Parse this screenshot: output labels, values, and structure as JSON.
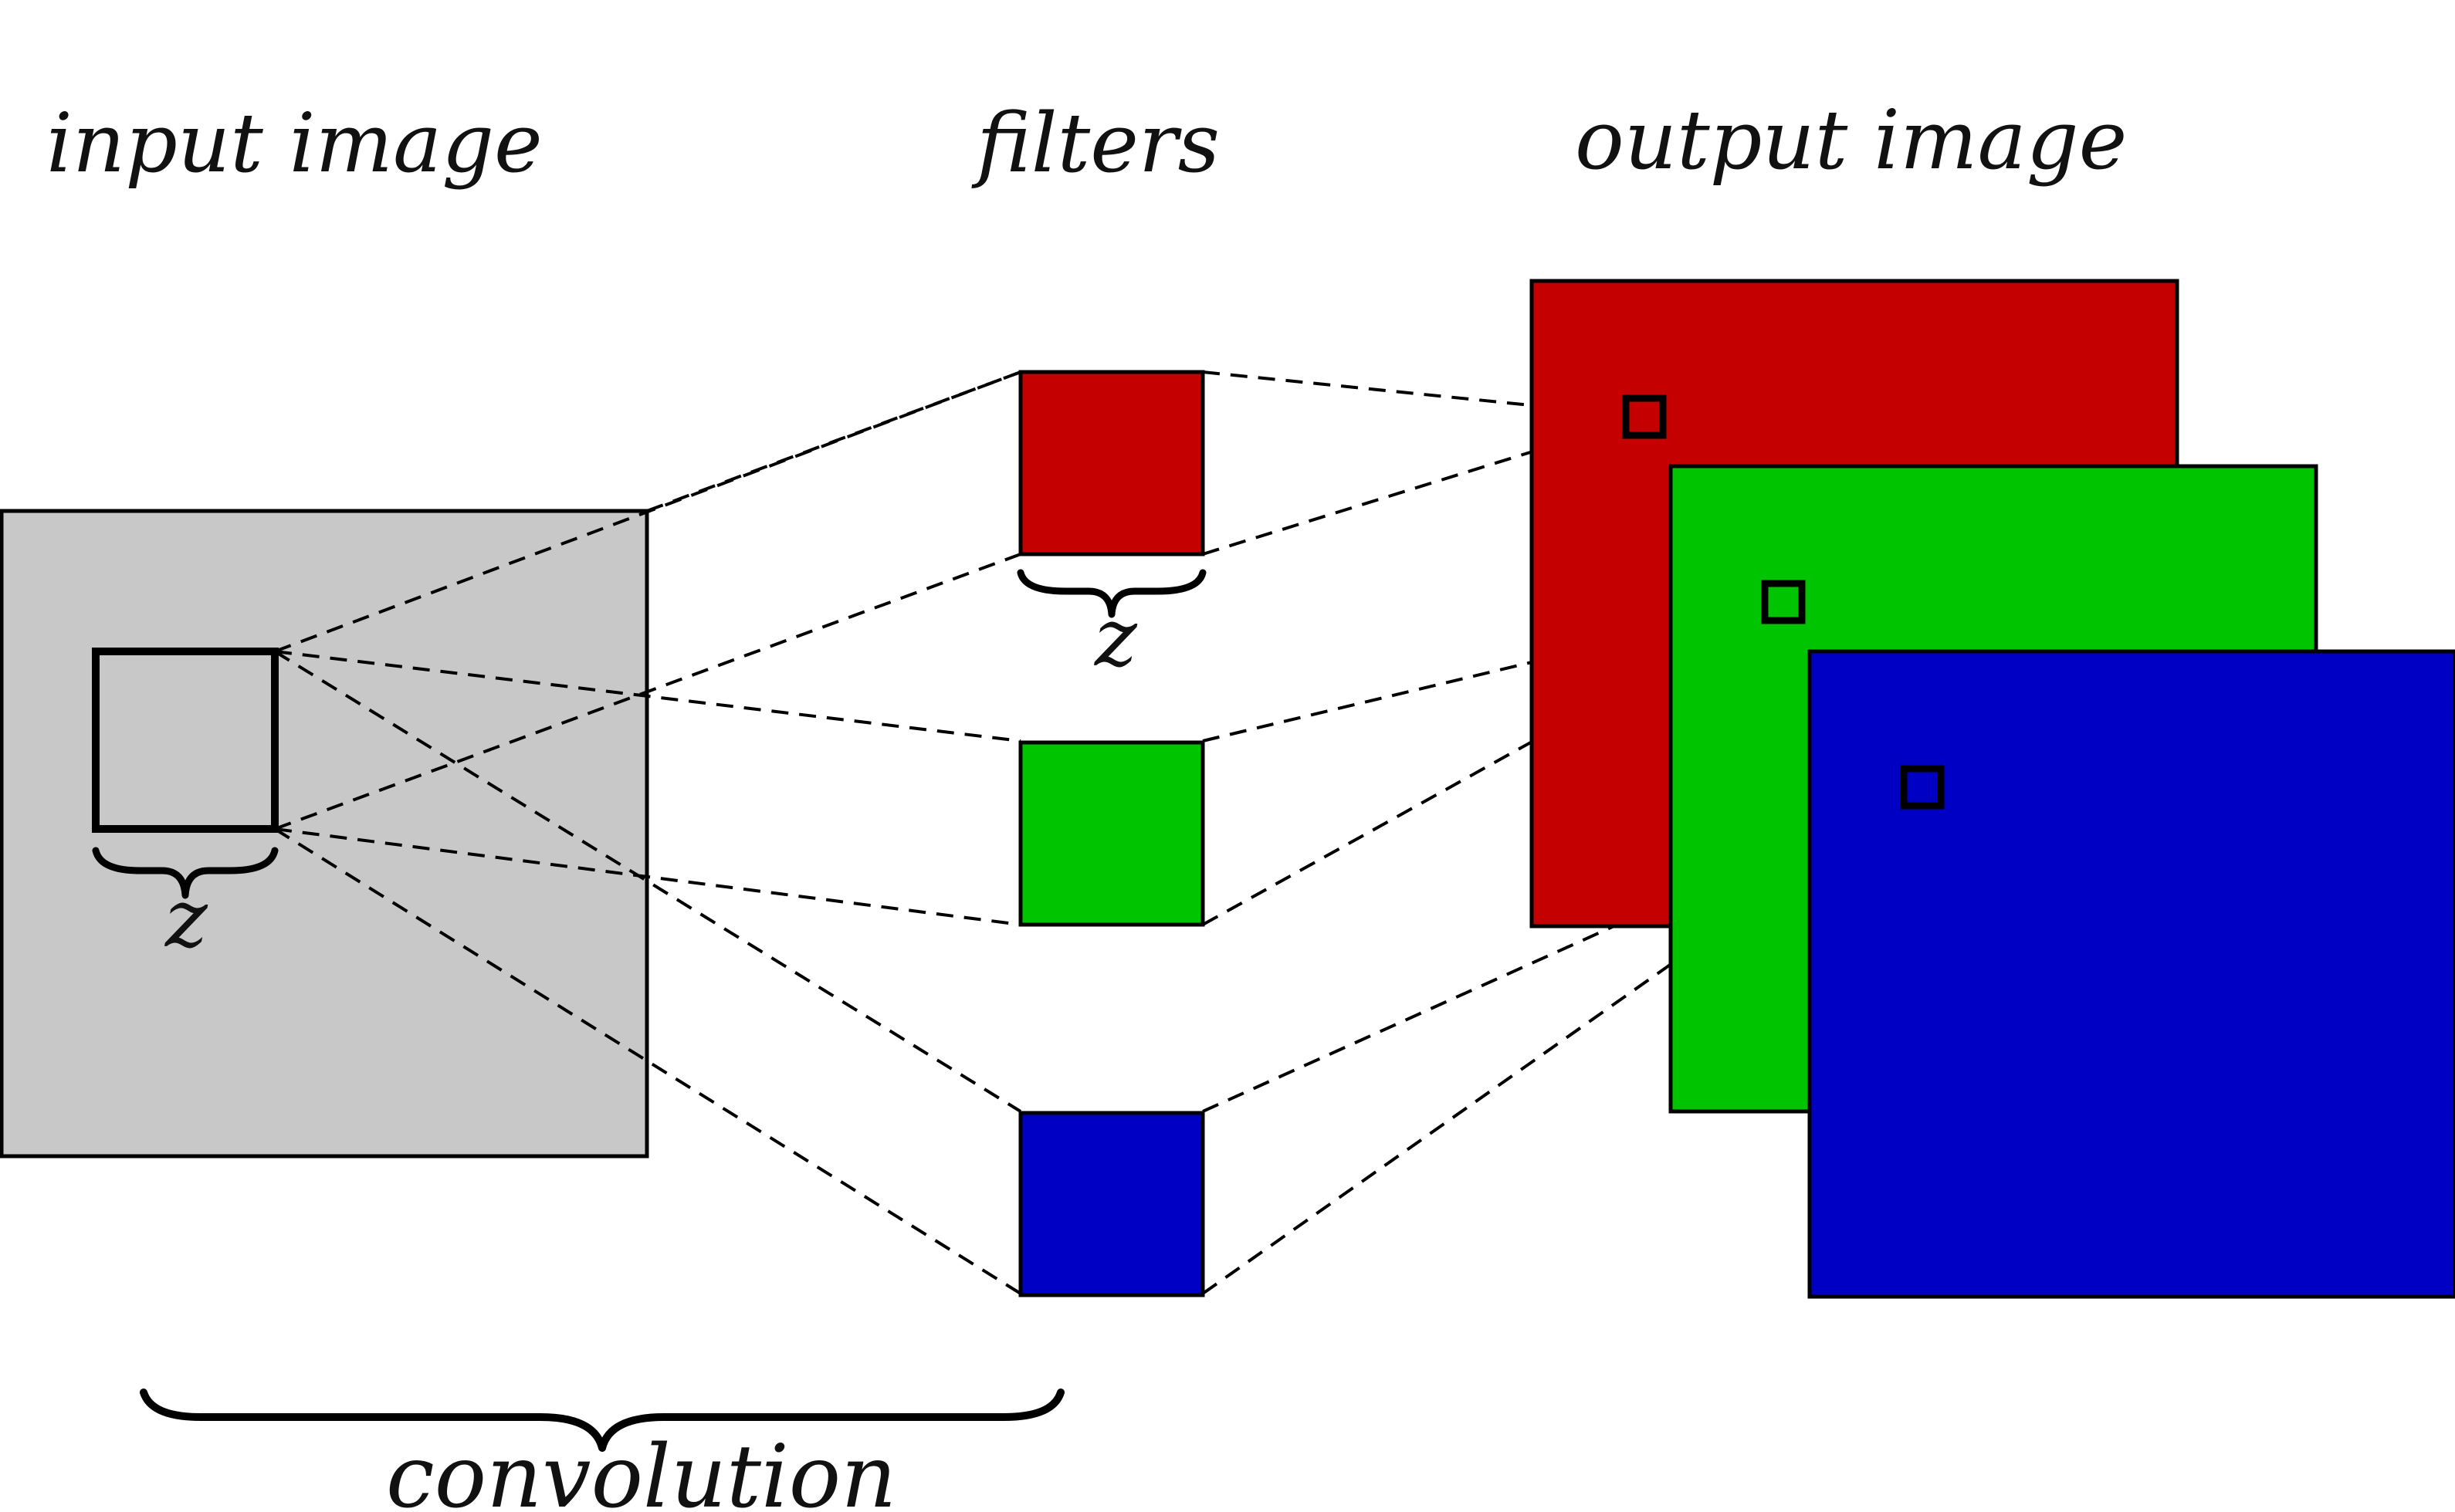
{
  "labels": {
    "input_image": "input image",
    "filters": "filters",
    "output_image": "output image",
    "z_input": "z",
    "z_filter": "z",
    "convolution": "convolution"
  },
  "colors": {
    "input_fill": "#c8c8c8",
    "red": "#c40000",
    "green": "#00c400",
    "blue": "#0000c4",
    "line": "#000000"
  },
  "filters": [
    {
      "name": "red-filter",
      "color": "#c40000"
    },
    {
      "name": "green-filter",
      "color": "#00c400"
    },
    {
      "name": "blue-filter",
      "color": "#0000c4"
    }
  ],
  "output_maps": [
    {
      "name": "red-output-map",
      "color": "#c40000"
    },
    {
      "name": "green-output-map",
      "color": "#00c400"
    },
    {
      "name": "blue-output-map",
      "color": "#0000c4"
    }
  ]
}
